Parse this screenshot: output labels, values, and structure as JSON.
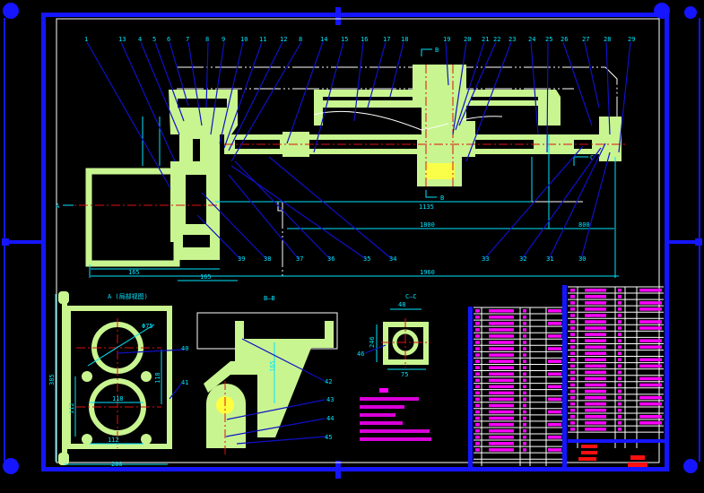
{
  "drawing": {
    "colors": {
      "background": "#000000",
      "part_fill": "#c8f590",
      "dimension": "#00e5ff",
      "leader": "#1010c8",
      "centerline": "#e01010",
      "frame": "#1515ff",
      "table_text": "#ff00ff",
      "title_text": "#ff1010"
    },
    "main_view": {
      "section_mark_a": "A",
      "section_mark_b_top": "B",
      "section_mark_b_bottom": "B",
      "section_mark_c": "C",
      "dimensions": {
        "d1": "1135",
        "d2": "1800",
        "d3": "800",
        "d4": "1960",
        "d5": "165",
        "d6": "165"
      },
      "top_balloons": [
        "1",
        "13",
        "4",
        "5",
        "6",
        "7",
        "8",
        "9",
        "10",
        "11",
        "12",
        "8",
        "14",
        "15",
        "16",
        "17",
        "18",
        "19",
        "20",
        "21",
        "22",
        "23",
        "24",
        "25",
        "26",
        "27",
        "28",
        "29"
      ],
      "bottom_balloons": [
        "39",
        "38",
        "37",
        "36",
        "35",
        "34",
        "33",
        "32",
        "31",
        "30"
      ]
    },
    "view_a": {
      "title": "A (局部视图)",
      "dim_diameter": "Φ75",
      "dim_height": "385",
      "dim_width": "200",
      "dim_inner": "118",
      "dim_bottom": "112",
      "dim_side": "112",
      "dim_right": "118",
      "balloons": [
        "40",
        "41"
      ]
    },
    "view_bb": {
      "title": "B—B",
      "dim_vertical": "165",
      "balloons": [
        "42",
        "43",
        "44",
        "45"
      ]
    },
    "view_cc": {
      "title": "C—C",
      "dim_top": "48",
      "dim_side": "246",
      "dim_bottom": "75",
      "balloon": "46"
    },
    "notes": {
      "line_count": 6
    },
    "parts_table": {
      "left_rows": 20,
      "right_rows": 23
    }
  }
}
